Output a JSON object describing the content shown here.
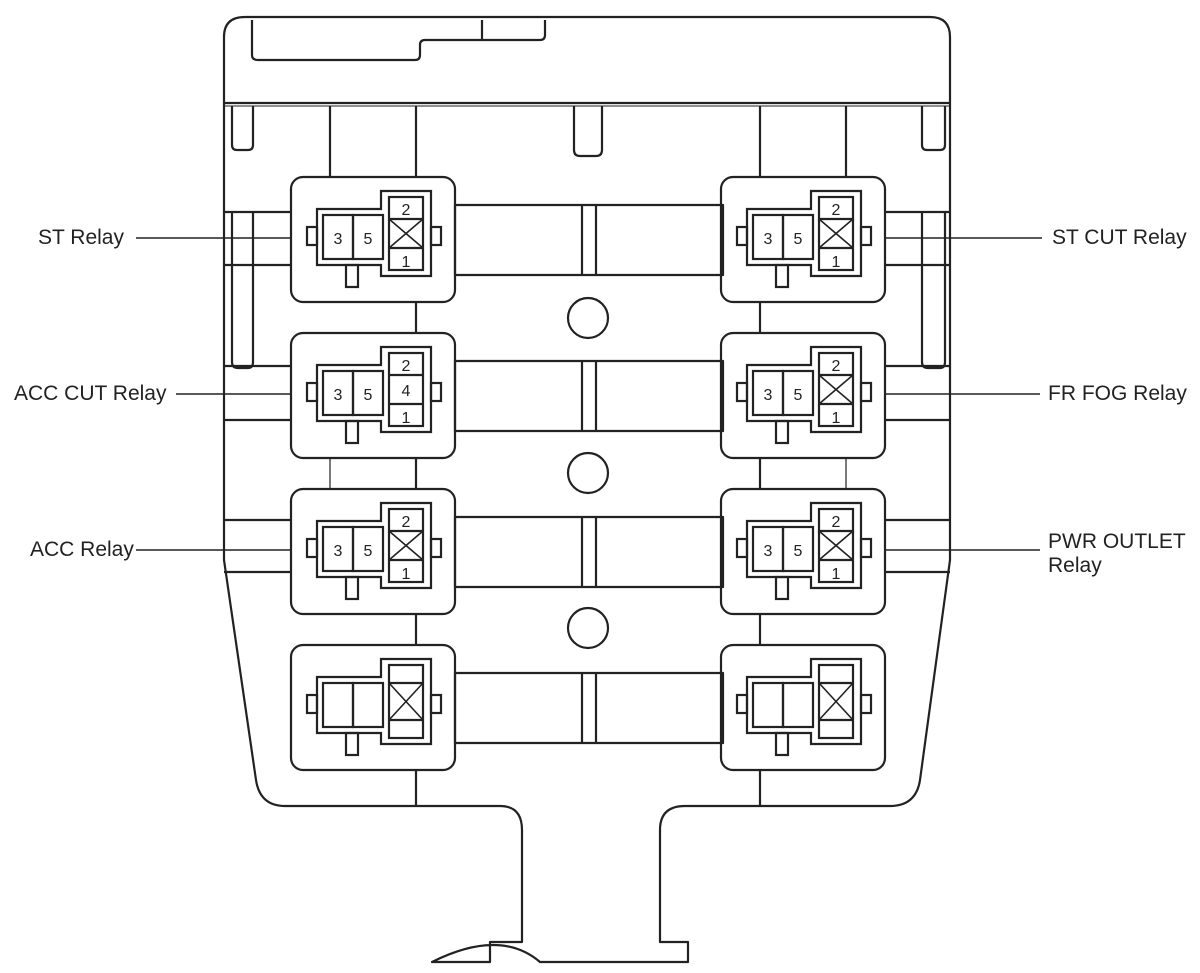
{
  "labels": {
    "left": [
      "ST Relay",
      "ACC CUT Relay",
      "ACC Relay"
    ],
    "right": [
      "ST CUT Relay",
      "FR FOG Relay",
      "PWR OUTLET",
      "Relay"
    ]
  },
  "relays": [
    {
      "pins": [
        "3",
        "5",
        "2",
        "",
        "1"
      ],
      "cross": true
    },
    {
      "pins": [
        "3",
        "5",
        "2",
        "",
        "1"
      ],
      "cross": true
    },
    {
      "pins": [
        "3",
        "5",
        "2",
        "4",
        "1"
      ],
      "cross": false
    },
    {
      "pins": [
        "3",
        "5",
        "2",
        "",
        "1"
      ],
      "cross": true
    },
    {
      "pins": [
        "3",
        "5",
        "2",
        "",
        "1"
      ],
      "cross": true
    },
    {
      "pins": [
        "3",
        "5",
        "2",
        "",
        "1"
      ],
      "cross": true
    },
    {
      "pins": [
        "",
        "",
        "",
        "",
        ""
      ],
      "cross": true
    },
    {
      "pins": [
        "",
        "",
        "",
        "",
        ""
      ],
      "cross": true
    }
  ]
}
